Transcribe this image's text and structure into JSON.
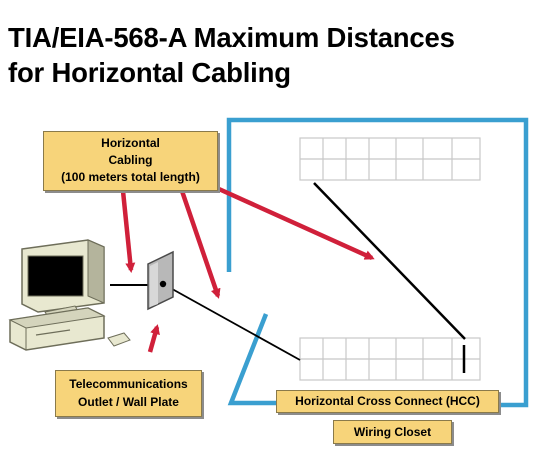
{
  "title": {
    "line1": "TIA/EIA-568-A Maximum Distances",
    "line2": "for Horizontal Cabling"
  },
  "labels": {
    "horizontal_cabling": {
      "line1": "Horizontal",
      "line2": "Cabling",
      "line3": "(100 meters total length)"
    },
    "outlet": {
      "line1": "Telecommunications",
      "line2": "Outlet / Wall Plate"
    },
    "hcc": "Horizontal Cross Connect (HCC)",
    "wiring_closet": "Wiring Closet"
  },
  "colors": {
    "wall": "#3a9fd0",
    "arrow": "#d0203a",
    "label_fill": "#f7d47a",
    "cable": "#000000",
    "patch_panel": "#c8c8c8"
  },
  "icons": {
    "computer": "desktop-computer-icon",
    "wall_plate": "wall-plate-icon"
  }
}
